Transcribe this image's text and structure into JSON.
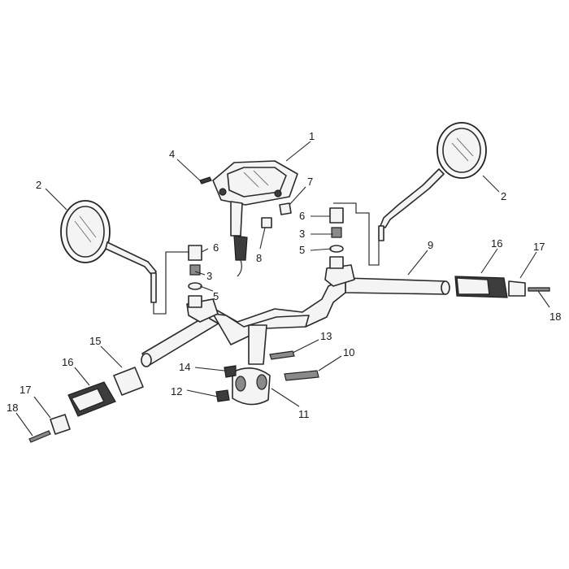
{
  "callouts": [
    {
      "id": "c1",
      "label": "1"
    },
    {
      "id": "c2a",
      "label": "2"
    },
    {
      "id": "c2b",
      "label": "2"
    },
    {
      "id": "c3a",
      "label": "3"
    },
    {
      "id": "c3b",
      "label": "3"
    },
    {
      "id": "c4",
      "label": "4"
    },
    {
      "id": "c5a",
      "label": "5"
    },
    {
      "id": "c5b",
      "label": "5"
    },
    {
      "id": "c6a",
      "label": "6"
    },
    {
      "id": "c6b",
      "label": "6"
    },
    {
      "id": "c7",
      "label": "7"
    },
    {
      "id": "c8",
      "label": "8"
    },
    {
      "id": "c9",
      "label": "9"
    },
    {
      "id": "c10",
      "label": "10"
    },
    {
      "id": "c11",
      "label": "11"
    },
    {
      "id": "c12",
      "label": "12"
    },
    {
      "id": "c13",
      "label": "13"
    },
    {
      "id": "c14",
      "label": "14"
    },
    {
      "id": "c15",
      "label": "15"
    },
    {
      "id": "c16a",
      "label": "16"
    },
    {
      "id": "c16b",
      "label": "16"
    },
    {
      "id": "c17a",
      "label": "17"
    },
    {
      "id": "c17b",
      "label": "17"
    },
    {
      "id": "c18a",
      "label": "18"
    },
    {
      "id": "c18b",
      "label": "18"
    }
  ]
}
